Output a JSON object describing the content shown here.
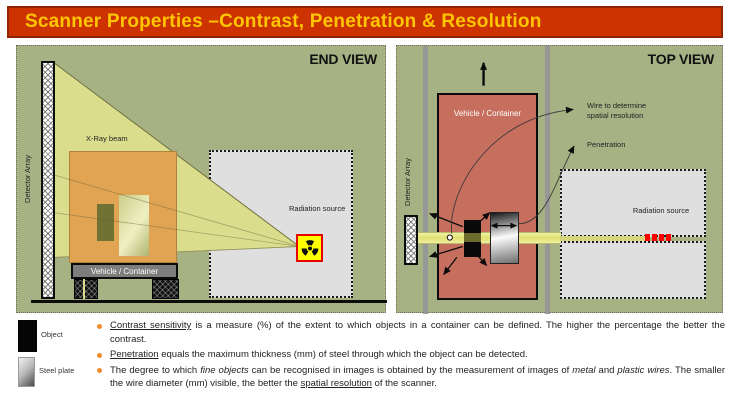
{
  "title": "Scanner Properties –Contrast, Penetration & Resolution",
  "colors": {
    "title_bg": "#cc3300",
    "title_text": "#ffc600",
    "panel_bg": "#a7b284",
    "beam_yellow": "#dade8c",
    "container_orange": "#e1a452",
    "vehicle_red": "#c76f5e",
    "source_box_gray": "#dfdfdf",
    "radiation_yellow": "#ffff00",
    "radiation_border_red": "#e60000",
    "source_dash_red": "#ff0000",
    "bullet_orange": "#f08c2d"
  },
  "end_view": {
    "label": "END VIEW",
    "detector_label": "Detector Array",
    "beam_label": "X-Ray beam",
    "vehicle_label": "Vehicle / Container",
    "source_label": "Radiation source"
  },
  "top_view": {
    "label": "TOP VIEW",
    "detector_label": "Detector Array",
    "vehicle_label": "Vehicle / Container",
    "source_label": "Radiation source",
    "wire_label": "Wire to determine spatial resolution",
    "penetration_label": "Penetration"
  },
  "legend": {
    "object": "Object",
    "steel_plate": "Steel plate"
  },
  "bullets": [
    {
      "lead": "Contrast sensitivity",
      "rest": " is a measure (%) of the extent to which objects in a container can be defined. The higher the percentage the better the contrast."
    },
    {
      "lead": "Penetration",
      "rest": " equals the maximum thickness (mm) of steel through which the object can be detected."
    },
    {
      "t1": "The degree to which ",
      "i1": "fine objects",
      "t2": " can be recognised in images is obtained by the measurement of images of ",
      "i2": "metal",
      "t3": " and ",
      "i3": "plastic wires",
      "t4": ". The smaller the wire diameter (mm) visible, the better the ",
      "u1": "spatial resolution",
      "t5": " of the scanner."
    }
  ]
}
